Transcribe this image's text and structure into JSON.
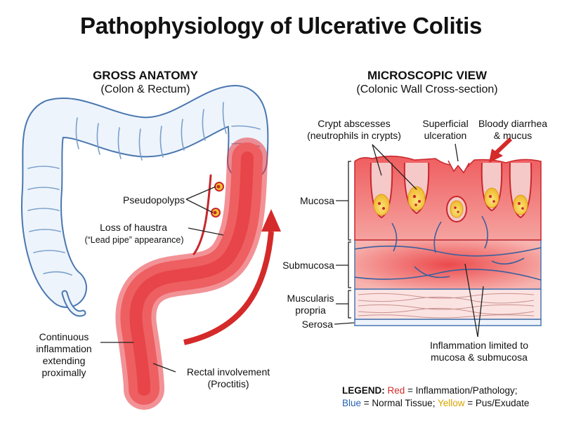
{
  "title": "Pathophysiology of Ulcerative Colitis",
  "gross": {
    "heading": "GROSS ANATOMY",
    "subheading": "(Colon & Rectum)",
    "labels": {
      "pseudopolyps": "Pseudopolyps",
      "haustra_line1": "Loss of haustra",
      "haustra_line2": "(“Lead pipe” appearance)",
      "continuous_1": "Continuous",
      "continuous_2": "inflammation",
      "continuous_3": "extending",
      "continuous_4": "proximally",
      "rectal_1": "Rectal involvement",
      "rectal_2": "(Proctitis)"
    }
  },
  "micro": {
    "heading": "MICROSCOPIC VIEW",
    "subheading": "(Colonic Wall Cross-section)",
    "labels": {
      "crypt_1": "Crypt abscesses",
      "crypt_2": "(neutrophils in crypts)",
      "ulcer_1": "Superficial",
      "ulcer_2": "ulceration",
      "bloody_1": "Bloody diarrhea",
      "bloody_2": "& mucus",
      "mucosa": "Mucosa",
      "submucosa": "Submucosa",
      "muscularis_1": "Muscularis",
      "muscularis_2": "propria",
      "serosa": "Serosa",
      "limited_1": "Inflammation limited to",
      "limited_2": "mucosa & submucosa"
    }
  },
  "legend": {
    "prefix": "LEGEND:",
    "red_word": "Red",
    "red_desc": " = Inflammation/Pathology;",
    "blue_word": "Blue",
    "blue_desc": " = Normal Tissue;",
    "yellow_word": "Yellow",
    "yellow_desc": " = Pus/Exudate"
  },
  "colors": {
    "inflamed": "#e8383f",
    "inflamed_light": "#f7a6a4",
    "normal_outline": "#4a77b0",
    "normal_fill": "#eef4fb",
    "pus": "#f2c530",
    "legend_red": "#d42a2a",
    "legend_blue": "#2a62b0",
    "legend_yellow": "#d9a400"
  }
}
